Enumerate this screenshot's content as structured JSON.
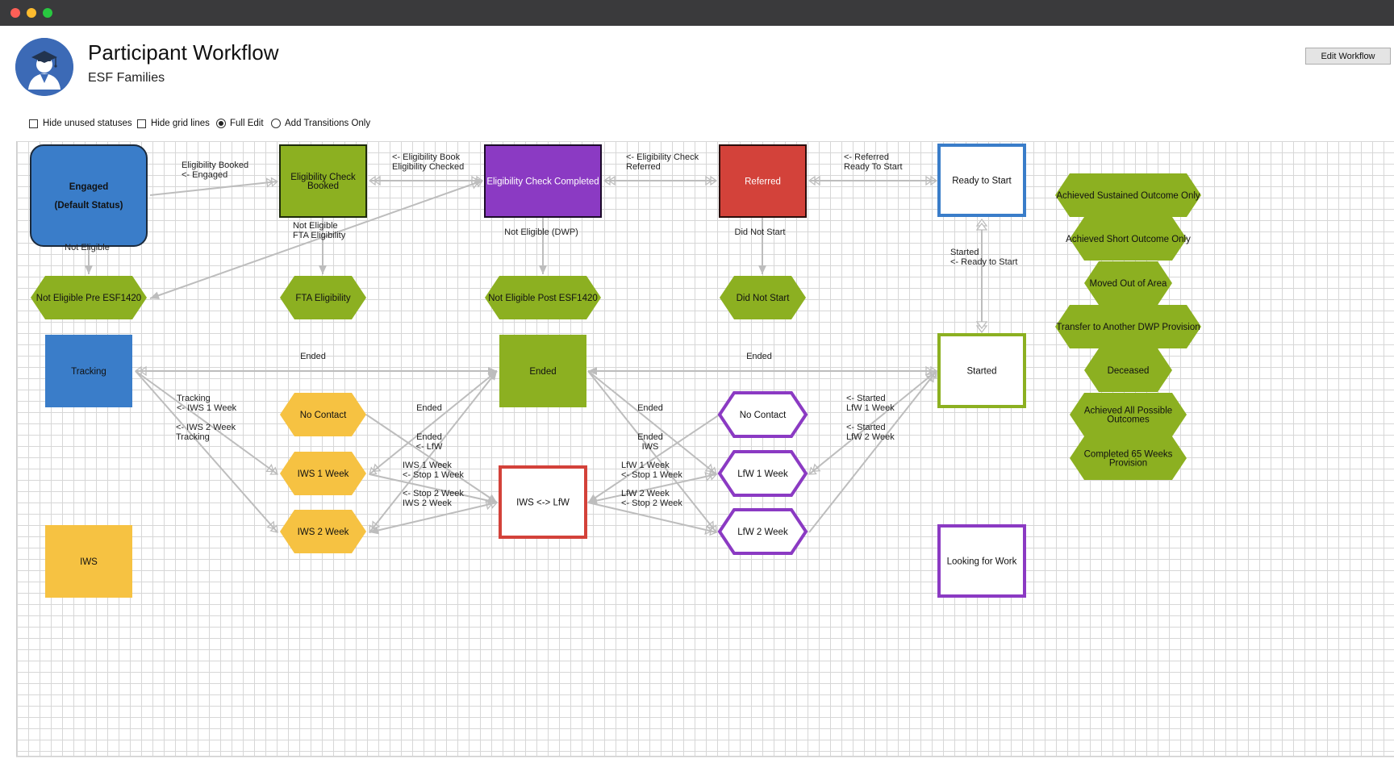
{
  "window": {
    "title": "Participant Workflow",
    "subtitle": "ESF Families",
    "edit_button": "Edit Workflow"
  },
  "options": {
    "hide_unused": "Hide unused statuses",
    "hide_grid": "Hide grid lines",
    "full_edit": "Full Edit",
    "add_transitions": "Add Transitions Only",
    "selected": "Full Edit"
  },
  "colors": {
    "blue": "#3a7dc9",
    "green": "#8cb021",
    "purple": "#8b3ac3",
    "red": "#d3423a",
    "yellow": "#f6c242",
    "outline_blue": "#3a7dc9",
    "outline_green": "#8cb021",
    "outline_purple": "#8b3ac3",
    "outline_red": "#d3423a",
    "edge": "#bdbdbd"
  },
  "nodes": {
    "engaged": [
      "Engaged",
      "(Default Status)"
    ],
    "eligibility_check_booked": [
      "Eligibility Check",
      "Booked"
    ],
    "eligibility_check_completed": [
      "Eligibility Check Completed"
    ],
    "referred": [
      "Referred"
    ],
    "ready_to_start": [
      "Ready to Start"
    ],
    "not_eligible_pre": [
      "Not Eligible Pre ESF1420"
    ],
    "fta_eligibility": [
      "FTA Eligibility"
    ],
    "not_eligible_post": [
      "Not Eligible Post ESF1420"
    ],
    "did_not_start": [
      "Did Not Start"
    ],
    "tracking": [
      "Tracking"
    ],
    "ended": [
      "Ended"
    ],
    "started": [
      "Started"
    ],
    "no_contact_iws": [
      "No Contact"
    ],
    "iws_1_week": [
      "IWS 1 Week"
    ],
    "iws_2_week": [
      "IWS 2 Week"
    ],
    "iws_lfw": [
      "IWS <-> LfW"
    ],
    "no_contact_lfw": [
      "No Contact"
    ],
    "lfw_1_week": [
      "LfW 1 Week"
    ],
    "lfw_2_week": [
      "LfW 2 Week"
    ],
    "iws": [
      "IWS"
    ],
    "looking_for_work": [
      "Looking for Work"
    ],
    "achieved_sustained": [
      "Achieved Sustained Outcome Only"
    ],
    "achieved_short": [
      "Achieved Short Outcome Only"
    ],
    "moved_out": [
      "Moved Out of Area"
    ],
    "transfer_dwp": [
      "Transfer to Another DWP Provision"
    ],
    "deceased": [
      "Deceased"
    ],
    "achieved_all": [
      "Achieved All Possible",
      "Outcomes"
    ],
    "completed_65": [
      "Completed 65 Weeks",
      "Provision"
    ]
  },
  "edge_labels": {
    "eligibility_booked": [
      "Eligibility Booked",
      "<- Engaged"
    ],
    "eligibility_book_checked": [
      "<- Eligibility Book",
      "Eligibility Checked"
    ],
    "eligibility_check_referred": [
      "<- Eligibility Check",
      "Referred"
    ],
    "referred_ready": [
      "<- Referred",
      "Ready To Start"
    ],
    "not_eligible_engaged": [
      "Not Eligible"
    ],
    "not_eligible_fta": [
      "Not Eligible",
      "FTA Eligibility"
    ],
    "not_eligible_dwp": [
      "Not Eligible (DWP)"
    ],
    "did_not_start": [
      "Did Not Start"
    ],
    "started_ready": [
      "Started",
      "<- Ready to Start"
    ],
    "ended_left": [
      "Ended"
    ],
    "ended_right": [
      "Ended"
    ],
    "tracking_iws1": [
      "Tracking",
      "<- IWS 1 Week"
    ],
    "tracking_iws2": [
      "<- IWS 2 Week",
      "Tracking"
    ],
    "ended_iws_a": [
      "Ended"
    ],
    "ended_iws_b": [
      "Ended",
      "<- LfW"
    ],
    "iws_stop1": [
      "IWS 1 Week",
      "<- Stop 1 Week"
    ],
    "iws_stop2": [
      "<- Stop 2 Week",
      "IWS 2 Week"
    ],
    "ended_lfw_a": [
      "Ended"
    ],
    "ended_lfw_b": [
      "Ended",
      "IWS"
    ],
    "lfw_stop1": [
      "LfW 1 Week",
      "<- Stop 1 Week"
    ],
    "lfw_stop2": [
      "LfW 2 Week",
      "<- Stop 2 Week"
    ],
    "started_lfw1": [
      "<- Started",
      "LfW 1 Week"
    ],
    "started_lfw2": [
      "<- Started",
      "LfW 2 Week"
    ]
  }
}
